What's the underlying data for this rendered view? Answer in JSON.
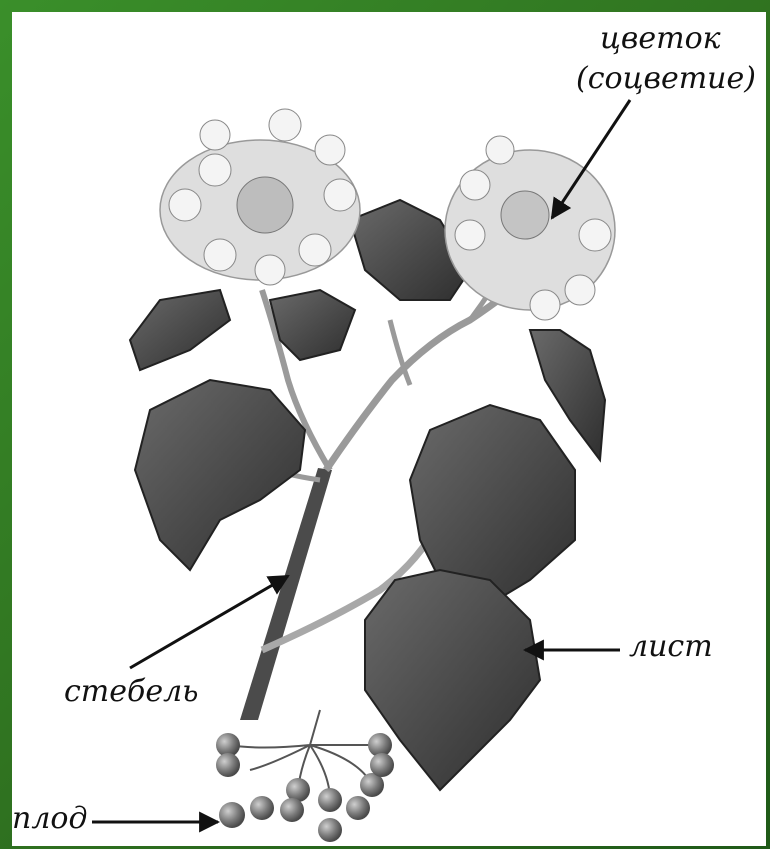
{
  "labels": {
    "flower_line1": "цветок",
    "flower_line2": "(соцветие)",
    "leaf": "лист",
    "stem": "стебель",
    "fruit": "плод"
  },
  "icons": [
    "viburnum-plant-illustration",
    "arrow-icon"
  ],
  "colors": {
    "frame": "#2f7d22",
    "panel": "#ffffff",
    "ink": "#111111"
  }
}
